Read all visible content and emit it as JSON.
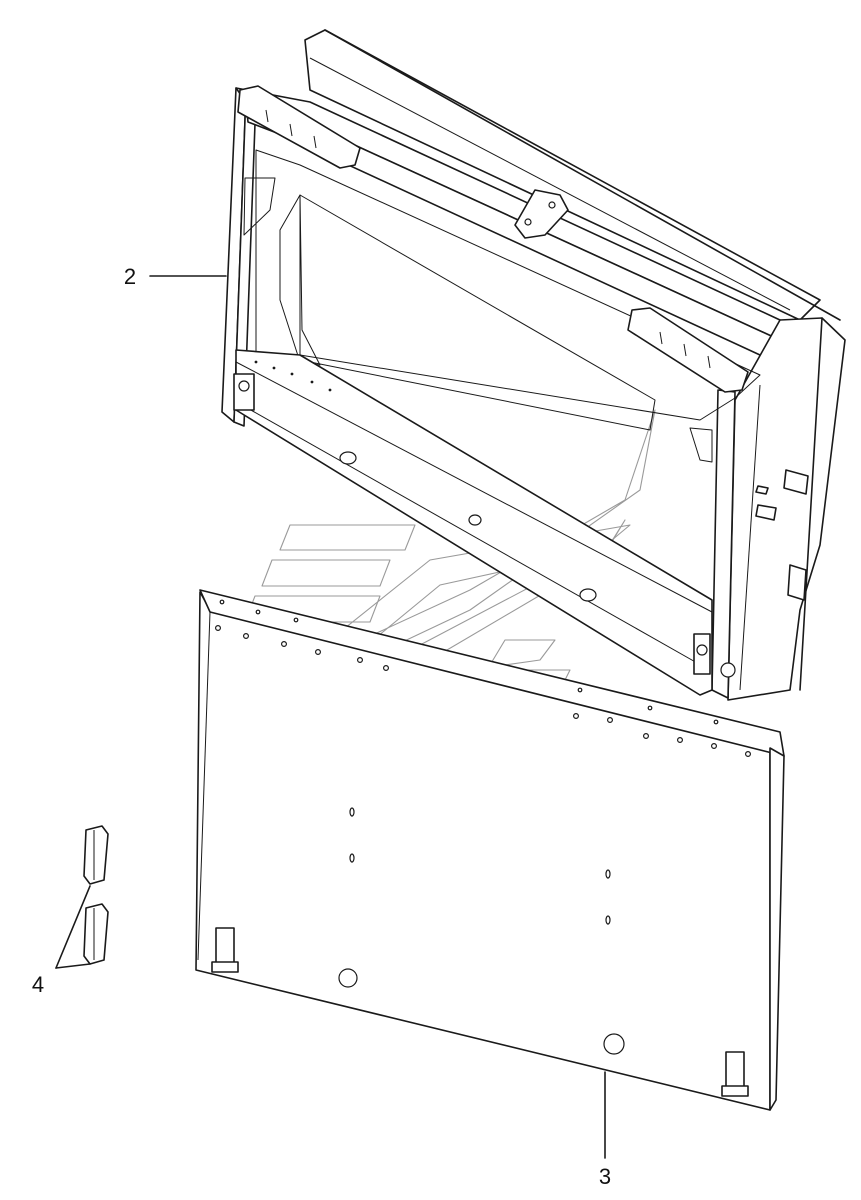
{
  "callouts": [
    {
      "id": "2",
      "label": "2"
    },
    {
      "id": "3",
      "label": "3"
    },
    {
      "id": "4",
      "label": "4"
    }
  ],
  "colors": {
    "line": "#1a1a1a",
    "watermark": "#9a9a9a",
    "background": "#ffffff"
  }
}
